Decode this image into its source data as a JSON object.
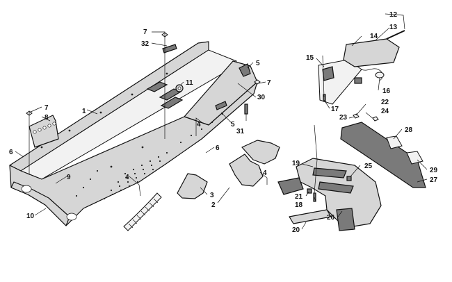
{
  "callouts": [
    "1",
    "2",
    "3",
    "4",
    "4",
    "4",
    "5",
    "5",
    "6",
    "6",
    "7",
    "7",
    "7",
    "8",
    "9",
    "10",
    "11",
    "12",
    "13",
    "14",
    "15",
    "16",
    "17",
    "18",
    "19",
    "20",
    "21",
    "22",
    "23",
    "24",
    "25",
    "26",
    "27",
    "28",
    "29",
    "30",
    "31",
    "32"
  ]
}
